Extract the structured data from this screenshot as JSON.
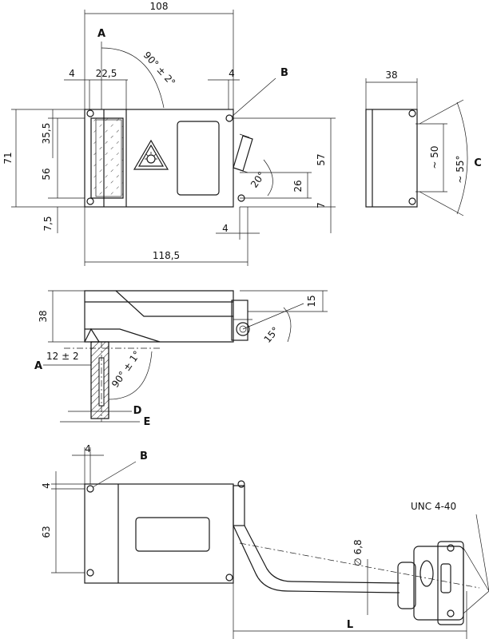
{
  "top_view": {
    "dim_width_108": "108",
    "label_A": "A",
    "angle_90": "90° ± 2°",
    "dim_4_left": "4",
    "dim_22_5": "22,5",
    "dim_4_right": "4",
    "label_B": "B",
    "dim_71": "71",
    "dim_35_5": "35,5",
    "dim_56": "56",
    "dim_7_5": "7,5",
    "dim_57": "57",
    "dim_26": "26",
    "dim_7": "7",
    "angle_20": "20°",
    "dim_4_bottom": "4",
    "dim_118_5": "118,5"
  },
  "side_view_right": {
    "dim_38": "38",
    "dim_50": "~ 50",
    "angle_55": "~ 55°",
    "label_C": "C"
  },
  "side_view": {
    "dim_38": "38",
    "dim_15": "15",
    "angle_15": "15°",
    "label_A": "A",
    "dim_12": "12  ± 2",
    "angle_90": "90° ± 1°",
    "label_D": "D",
    "label_E": "E"
  },
  "bottom_view": {
    "dim_4": "4",
    "label_B": "B",
    "dim_4_vert": "4",
    "dim_63": "63",
    "dim_6_8": "∅ 6,8",
    "unc": "UNC  4-40",
    "label_L": "L"
  }
}
